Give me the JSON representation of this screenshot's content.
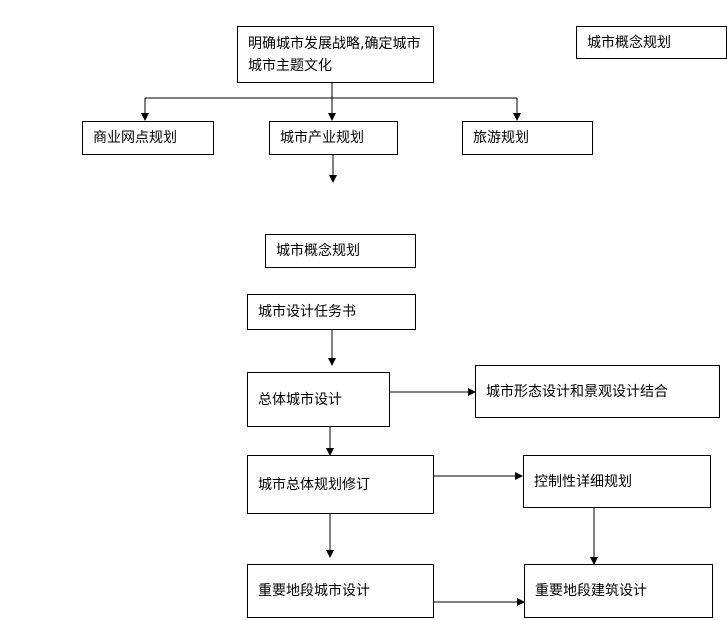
{
  "nodes": {
    "strategy": "明确城市发展战略,确定城市城市主题文化",
    "concept_top": "城市概念规划",
    "commercial": "商业网点规划",
    "industry": "城市产业规划",
    "tourism": "旅游规划",
    "concept": "城市概念规划",
    "task_book": "城市设计任务书",
    "overall_design": "总体城市设计",
    "form_landscape": "城市形态设计和景观设计结合",
    "master_plan_revision": "城市总体规划修订",
    "regulatory_plan": "控制性详细规划",
    "key_area_urban": "重要地段城市设计",
    "key_area_arch": "重要地段建筑设计"
  }
}
